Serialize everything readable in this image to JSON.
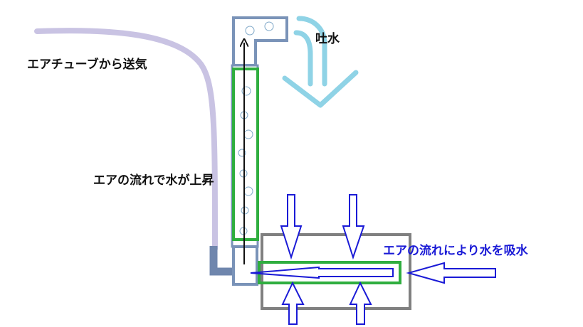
{
  "labels": {
    "air_supply": "エアチューブから送気",
    "water_spout": "吐水",
    "water_rise": "エアの流れで水が上昇",
    "water_intake": "エアの流れにより水を吸水"
  },
  "colors": {
    "air_tube": "#c9c3e3",
    "pipe_outline": "#7a93b8",
    "pipe_fill": "#ffffff",
    "green_frame": "#2fae3f",
    "intake_box": "#808080",
    "blue_arrow": "#1a1ad6",
    "spout_water": "#8fd3e6",
    "flow_arrow": "#111111",
    "text_main": "#111111",
    "text_blue": "#1a1ad6"
  }
}
